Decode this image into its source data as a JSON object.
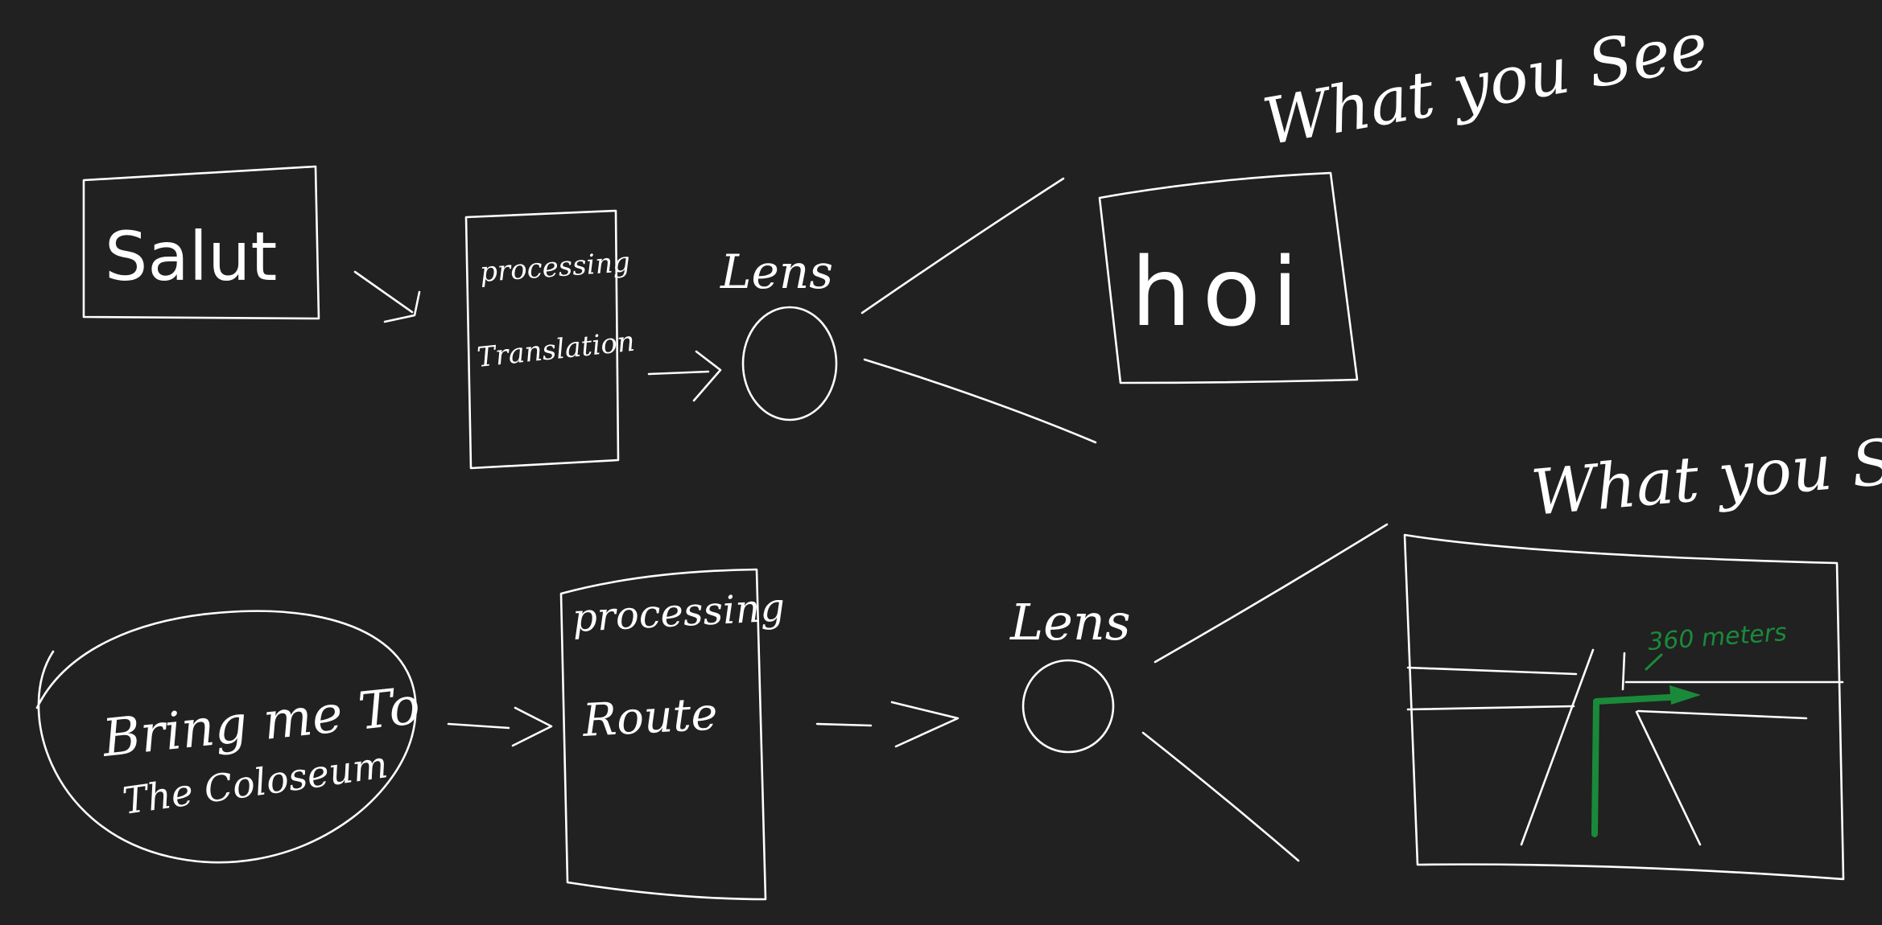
{
  "colors": {
    "background": "#212121",
    "ink": "#ffffff",
    "route_arrow": "#1a8a3a"
  },
  "flow_top": {
    "input_text": "Salut",
    "processing_label": "processing",
    "processing_detail": "Translation",
    "lens_label": "Lens",
    "output_text": "hoi",
    "view_caption": "What you See"
  },
  "flow_bottom": {
    "input_line1": "Bring me To",
    "input_line2": "The Coloseum",
    "processing_label": "processing",
    "processing_detail": "Route",
    "lens_label": "Lens",
    "view_caption": "What you See",
    "distance_label": "360 meters"
  }
}
